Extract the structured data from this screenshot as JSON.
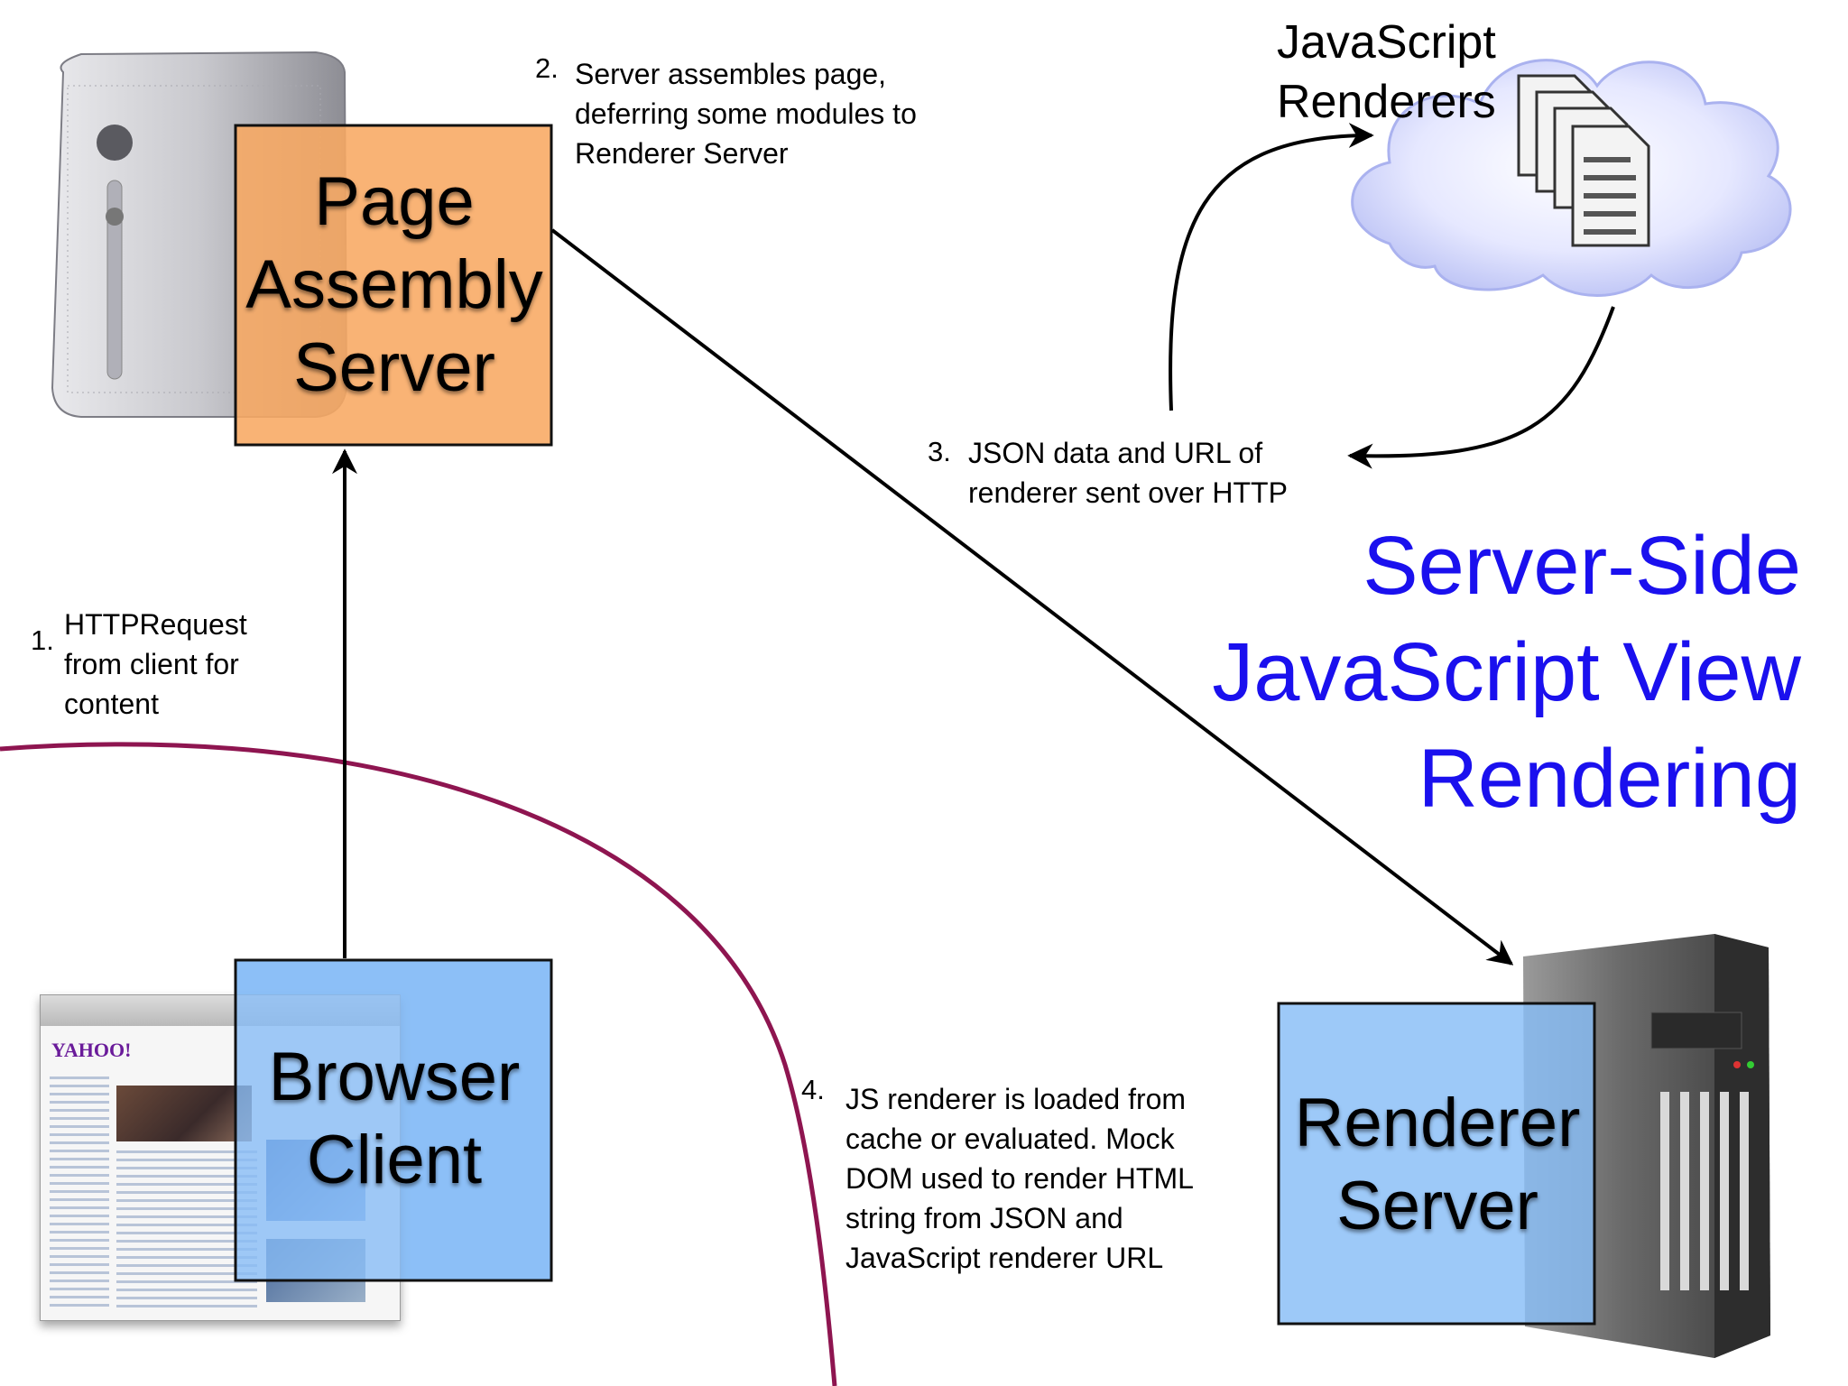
{
  "title": {
    "line1": "Server-Side",
    "line2": "JavaScript View",
    "line3": "Rendering"
  },
  "nodes": {
    "page_assembly_server": "Page\nAssembly\nServer",
    "browser_client": "Browser\nClient",
    "renderer_server": "Renderer\nServer",
    "javascript_renderers": "JavaScript\nRenderers"
  },
  "steps": [
    {
      "number": "1.",
      "text": "HTTPRequest\nfrom client for\ncontent"
    },
    {
      "number": "2.",
      "text": "Server assembles page,\ndeferring some modules to\nRenderer Server"
    },
    {
      "number": "3.",
      "text": "JSON data and URL of\nrenderer sent over HTTP"
    },
    {
      "number": "4.",
      "text": "JS renderer is loaded from\ncache or evaluated. Mock\nDOM used to render HTML\nstring from JSON and\nJavaScript renderer URL"
    }
  ],
  "screenshot": {
    "logo": "YAHOO!"
  },
  "colors": {
    "orange_box": "#f8a962",
    "blue_box": "#88bdf6",
    "title": "#1a10ee",
    "curve": "#8e1550"
  },
  "icons": {
    "page_server": "tower-server-icon",
    "renderer_server": "rack-server-icon",
    "cloud": "cloud-icon",
    "documents": "documents-icon"
  }
}
